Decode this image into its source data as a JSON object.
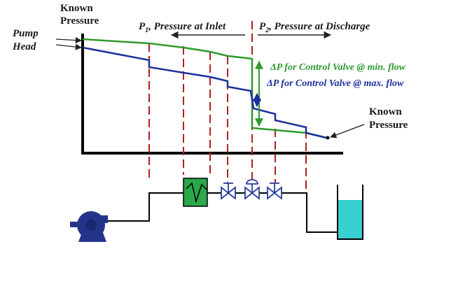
{
  "labels": {
    "known_pressure_top_line1": "Known",
    "known_pressure_top_line2": "Pressure",
    "pump_head_line1": "Pump",
    "pump_head_line2": "Head",
    "p1_symbol": "P",
    "p1_subscript": "1",
    "p1_text": ", Pressure at Inlet",
    "p2_symbol": "P",
    "p2_subscript": "2",
    "p2_text": ", Pressure at Discharge",
    "dp_min_flow": "ΔP for Control Valve @ min. flow",
    "dp_max_flow": "ΔP for Control Valve @ max. flow",
    "known_pressure_right_line1": "Known",
    "known_pressure_right_line2": "Pressure"
  },
  "colors": {
    "min_flow_line": "#2e9a2e",
    "max_flow_line": "#1c2f9c",
    "divider_dash": "#b02020",
    "heat_exchanger": "#2aa84a",
    "tank_liquid": "#38cfd0",
    "pump": "#24338a",
    "valve": "#2a3d9a",
    "axis": "#000000"
  },
  "icons": {
    "pump": "centrifugal-pump-icon",
    "heat_exchanger": "heat-exchanger-icon",
    "valve": "gate-valve-icon",
    "control_valve": "control-valve-icon",
    "tank": "tank-icon"
  }
}
